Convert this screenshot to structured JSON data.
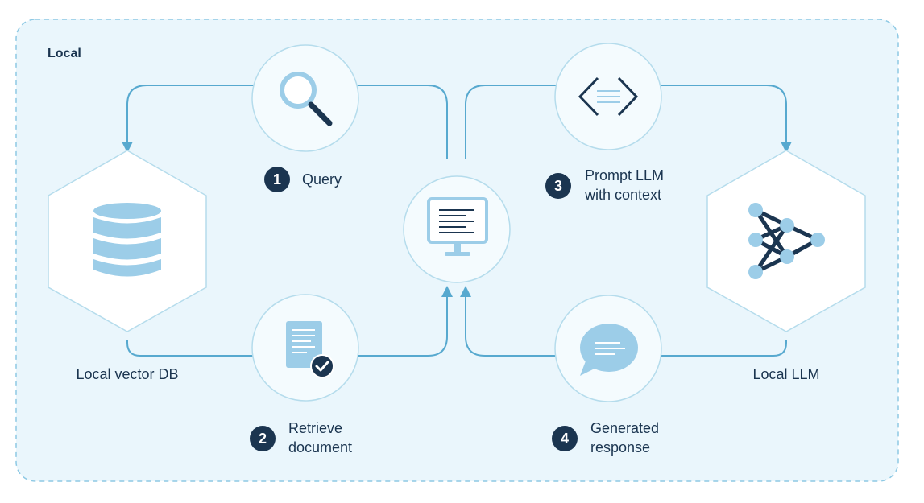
{
  "region": {
    "label": "Local"
  },
  "nodes": {
    "vector_db": {
      "label": "Local vector DB",
      "icon": "database-icon"
    },
    "llm": {
      "label": "Local LLM",
      "icon": "neural-network-icon"
    },
    "app": {
      "icon": "monitor-icon"
    }
  },
  "steps": [
    {
      "number": "1",
      "line1": "Query",
      "line2": "",
      "icon": "search-icon"
    },
    {
      "number": "2",
      "line1": "Retrieve",
      "line2": "document",
      "icon": "document-check-icon"
    },
    {
      "number": "3",
      "line1": "Prompt LLM",
      "line2": "with context",
      "icon": "code-icon"
    },
    {
      "number": "4",
      "line1": "Generated",
      "line2": "response",
      "icon": "chat-bubble-icon"
    }
  ],
  "colors": {
    "region_bg": "#eaf6fc",
    "region_border": "#8ec9e4",
    "connector": "#57a9cf",
    "badge": "#1b3550",
    "icon_light": "#9ccde8",
    "icon_dark": "#1b3550"
  }
}
